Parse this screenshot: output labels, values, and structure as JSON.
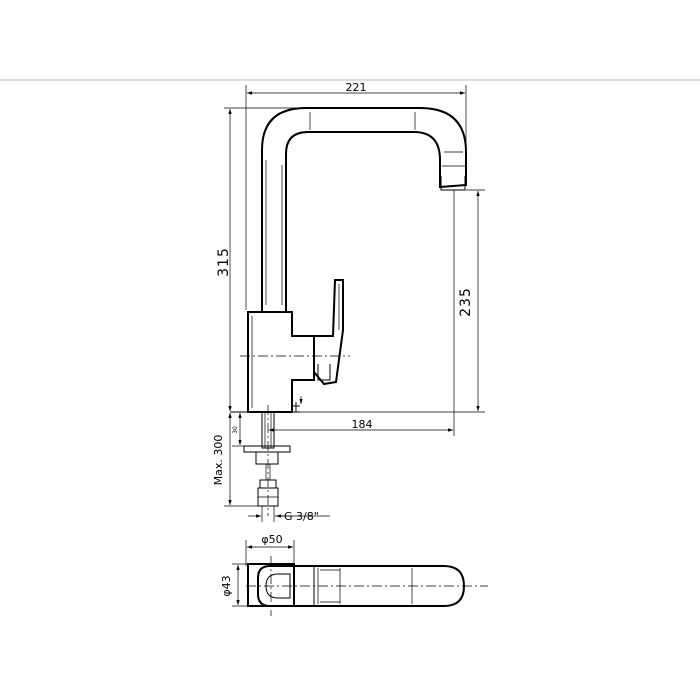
{
  "dimensions": {
    "overall_width": "221",
    "total_height": "315",
    "spout_height": "235",
    "spout_reach": "184",
    "max_counter_thickness": "Max. 300",
    "small_value": "30",
    "connection": "G 3/8\"",
    "base_diameter": "φ50",
    "top_view_diameter": "φ43"
  },
  "icons": {
    "dim_arrow": "arrowhead-icon"
  }
}
